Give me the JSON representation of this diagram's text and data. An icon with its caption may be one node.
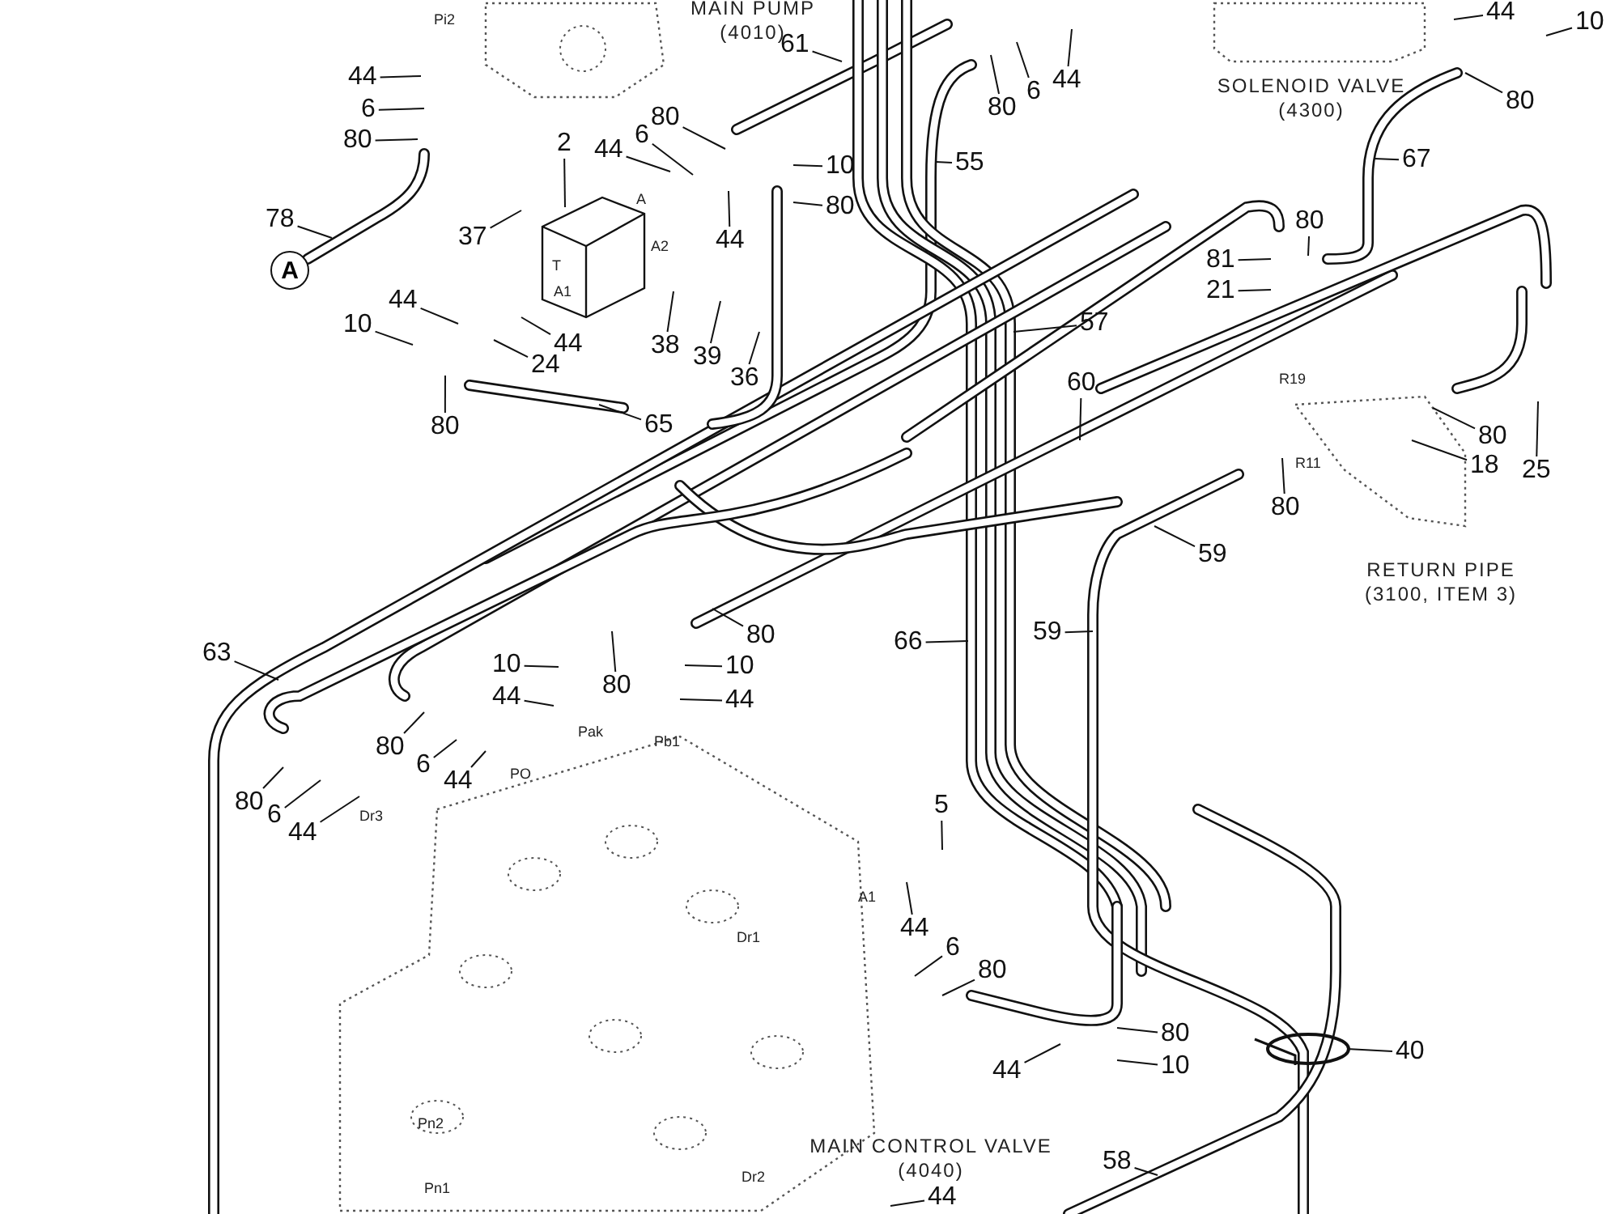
{
  "diagram": {
    "nodes": [
      {
        "text": [
          "44"
        ]
      },
      {
        "text": [
          "6"
        ]
      },
      {
        "text": [
          "80"
        ]
      },
      {
        "text": [
          "78"
        ]
      },
      {
        "text": [
          "A"
        ]
      },
      {
        "text": [
          "37"
        ]
      },
      {
        "text": [
          "2"
        ]
      },
      {
        "text": [
          "44"
        ]
      },
      {
        "text": [
          "6"
        ]
      },
      {
        "text": [
          "80"
        ]
      },
      {
        "text": [
          "10"
        ]
      },
      {
        "text": [
          "80"
        ]
      },
      {
        "text": [
          "44"
        ]
      },
      {
        "text": [
          "44"
        ]
      },
      {
        "text": [
          "10"
        ]
      },
      {
        "text": [
          "24"
        ]
      },
      {
        "text": [
          "44"
        ]
      },
      {
        "text": [
          "38"
        ]
      },
      {
        "text": [
          "39"
        ]
      },
      {
        "text": [
          "36"
        ]
      },
      {
        "text": [
          "80"
        ]
      },
      {
        "text": [
          "65"
        ]
      },
      {
        "text": [
          "61"
        ]
      },
      {
        "text": [
          "80"
        ]
      },
      {
        "text": [
          "6"
        ]
      },
      {
        "text": [
          "44"
        ]
      },
      {
        "text": [
          "44"
        ]
      },
      {
        "text": [
          "10"
        ]
      },
      {
        "text": [
          "80"
        ]
      },
      {
        "text": [
          "67"
        ]
      },
      {
        "text": [
          "55"
        ]
      },
      {
        "text": [
          "57"
        ]
      },
      {
        "text": [
          "80"
        ]
      },
      {
        "text": [
          "81"
        ]
      },
      {
        "text": [
          "21"
        ]
      },
      {
        "text": [
          "60"
        ]
      },
      {
        "text": [
          "80"
        ]
      },
      {
        "text": [
          "18"
        ]
      },
      {
        "text": [
          "25"
        ]
      },
      {
        "text": [
          "80"
        ]
      },
      {
        "text": [
          "59"
        ]
      },
      {
        "text": [
          "63"
        ]
      },
      {
        "text": [
          "10"
        ]
      },
      {
        "text": [
          "80"
        ]
      },
      {
        "text": [
          "44"
        ]
      },
      {
        "text": [
          "80"
        ]
      },
      {
        "text": [
          "10"
        ]
      },
      {
        "text": [
          "44"
        ]
      },
      {
        "text": [
          "80"
        ]
      },
      {
        "text": [
          "6"
        ]
      },
      {
        "text": [
          "44"
        ]
      },
      {
        "text": [
          "80"
        ]
      },
      {
        "text": [
          "6"
        ]
      },
      {
        "text": [
          "44"
        ]
      },
      {
        "text": [
          "66"
        ]
      },
      {
        "text": [
          "59"
        ]
      },
      {
        "text": [
          "5"
        ]
      },
      {
        "text": [
          "44"
        ]
      },
      {
        "text": [
          "6"
        ]
      },
      {
        "text": [
          "80"
        ]
      },
      {
        "text": [
          "80"
        ]
      },
      {
        "text": [
          "10"
        ]
      },
      {
        "text": [
          "44"
        ]
      },
      {
        "text": [
          "40"
        ]
      },
      {
        "text": [
          "58"
        ]
      },
      {
        "text": [
          "44"
        ]
      }
    ],
    "edges": [
      {
        "from": 0,
        "to": null,
        "arrow": "none"
      },
      {
        "from": 1,
        "to": null,
        "arrow": "none"
      },
      {
        "from": 2,
        "to": null,
        "arrow": "none"
      },
      {
        "from": 3,
        "to": null,
        "arrow": "none"
      },
      {
        "from": 5,
        "to": null,
        "arrow": "none"
      },
      {
        "from": 6,
        "to": null,
        "arrow": "none"
      },
      {
        "from": 7,
        "to": null,
        "arrow": "none"
      },
      {
        "from": 8,
        "to": null,
        "arrow": "none"
      },
      {
        "from": 9,
        "to": null,
        "arrow": "none"
      },
      {
        "from": 10,
        "to": null,
        "arrow": "none"
      },
      {
        "from": 11,
        "to": null,
        "arrow": "none"
      },
      {
        "from": 12,
        "to": null,
        "arrow": "none"
      },
      {
        "from": 13,
        "to": null,
        "arrow": "none"
      },
      {
        "from": 14,
        "to": null,
        "arrow": "none"
      },
      {
        "from": 15,
        "to": null,
        "arrow": "none"
      },
      {
        "from": 16,
        "to": null,
        "arrow": "none"
      },
      {
        "from": 17,
        "to": null,
        "arrow": "none"
      },
      {
        "from": 18,
        "to": null,
        "arrow": "none"
      },
      {
        "from": 19,
        "to": null,
        "arrow": "none"
      },
      {
        "from": 20,
        "to": null,
        "arrow": "none"
      },
      {
        "from": 21,
        "to": null,
        "arrow": "none"
      },
      {
        "from": 22,
        "to": null,
        "arrow": "none"
      },
      {
        "from": 23,
        "to": null,
        "arrow": "none"
      },
      {
        "from": 24,
        "to": null,
        "arrow": "none"
      },
      {
        "from": 25,
        "to": null,
        "arrow": "none"
      },
      {
        "from": 26,
        "to": null,
        "arrow": "none"
      },
      {
        "from": 27,
        "to": null,
        "arrow": "none"
      },
      {
        "from": 28,
        "to": null,
        "arrow": "none"
      },
      {
        "from": 29,
        "to": null,
        "arrow": "none"
      },
      {
        "from": 30,
        "to": null,
        "arrow": "none"
      },
      {
        "from": 31,
        "to": null,
        "arrow": "none"
      },
      {
        "from": 32,
        "to": null,
        "arrow": "none"
      },
      {
        "from": 33,
        "to": null,
        "arrow": "none"
      },
      {
        "from": 34,
        "to": null,
        "arrow": "none"
      },
      {
        "from": 35,
        "to": null,
        "arrow": "none"
      },
      {
        "from": 36,
        "to": null,
        "arrow": "none"
      },
      {
        "from": 37,
        "to": null,
        "arrow": "none"
      },
      {
        "from": 38,
        "to": null,
        "arrow": "none"
      },
      {
        "from": 39,
        "to": null,
        "arrow": "none"
      },
      {
        "from": 40,
        "to": null,
        "arrow": "none"
      },
      {
        "from": 41,
        "to": null,
        "arrow": "none"
      },
      {
        "from": 42,
        "to": null,
        "arrow": "none"
      },
      {
        "from": 43,
        "to": null,
        "arrow": "none"
      },
      {
        "from": 44,
        "to": null,
        "arrow": "none"
      },
      {
        "from": 45,
        "to": null,
        "arrow": "none"
      },
      {
        "from": 46,
        "to": null,
        "arrow": "none"
      },
      {
        "from": 47,
        "to": null,
        "arrow": "none"
      },
      {
        "from": 48,
        "to": null,
        "arrow": "none"
      },
      {
        "from": 49,
        "to": null,
        "arrow": "none"
      },
      {
        "from": 50,
        "to": null,
        "arrow": "none"
      },
      {
        "from": 51,
        "to": null,
        "arrow": "none"
      },
      {
        "from": 52,
        "to": null,
        "arrow": "none"
      },
      {
        "from": 53,
        "to": null,
        "arrow": "none"
      },
      {
        "from": 54,
        "to": null,
        "arrow": "none"
      },
      {
        "from": 55,
        "to": null,
        "arrow": "none"
      },
      {
        "from": 56,
        "to": null,
        "arrow": "none"
      },
      {
        "from": 57,
        "to": null,
        "arrow": "none"
      },
      {
        "from": 58,
        "to": null,
        "arrow": "none"
      },
      {
        "from": 59,
        "to": null,
        "arrow": "none"
      },
      {
        "from": 60,
        "to": null,
        "arrow": "none"
      },
      {
        "from": 61,
        "to": null,
        "arrow": "none"
      },
      {
        "from": 62,
        "to": null,
        "arrow": "none"
      },
      {
        "from": 63,
        "to": null,
        "arrow": "none"
      },
      {
        "from": 64,
        "to": null,
        "arrow": "none"
      },
      {
        "from": 65,
        "to": null,
        "arrow": "none"
      }
    ],
    "labels": [
      "MAIN PUMP (4010)",
      "Pi2",
      "A",
      "A2",
      "T",
      "A1",
      "SOLENOID VALVE (4300)",
      "R19",
      "R11",
      "RETURN PIPE (3100, ITEM 3)",
      "Pak",
      "Pb1",
      "PO",
      "Dr3",
      "A1",
      "Dr1",
      "Pn2",
      "Pn1",
      "Dr2",
      "MAIN CONTROL VALVE (4040)"
    ]
  }
}
